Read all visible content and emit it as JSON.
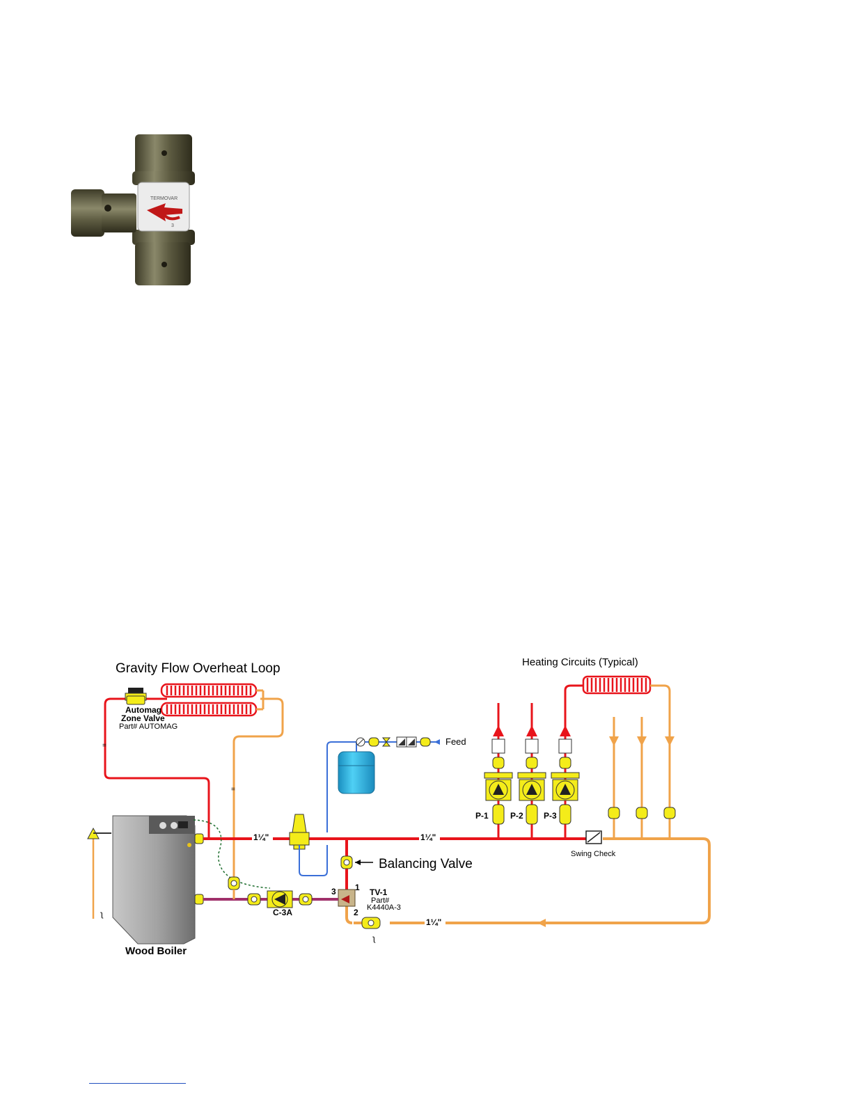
{
  "diagram": {
    "title_overheat_loop": "Gravity Flow Overheat Loop",
    "title_heating_circuits": "Heating Circuits (Typical)",
    "zone_valve_name": "Automag\nZone Valve",
    "zone_valve_name_l1": "Automag",
    "zone_valve_name_l2": "Zone Valve",
    "zone_valve_part": "Part# AUTOMAG",
    "feed_label": "Feed",
    "pipe_size_1": "1¼\"",
    "pipe_size_2": "1¼\"",
    "pipe_size_3": "1¼\"",
    "balancing_valve_label": "Balancing Valve",
    "swing_check_label": "Swing Check",
    "circulator_label": "C-3A",
    "tv_name": "TV-1",
    "tv_part_l1": "Part#",
    "tv_part_l2": "K4440A-3",
    "port_1": "1",
    "port_2": "2",
    "port_3": "3",
    "pump_1": "P-1",
    "pump_2": "P-2",
    "pump_3": "P-3",
    "boiler_label": "Wood Boiler"
  },
  "colors": {
    "supply": "#e8141b",
    "return": "#f0a34a",
    "mixed": "#a0306a",
    "fitting": "#f4ec1a",
    "tank": "#29b9e8",
    "cold": "#3a6fd8",
    "boiler": "#9a9a9a",
    "valve_body": "#6b6a4a"
  }
}
